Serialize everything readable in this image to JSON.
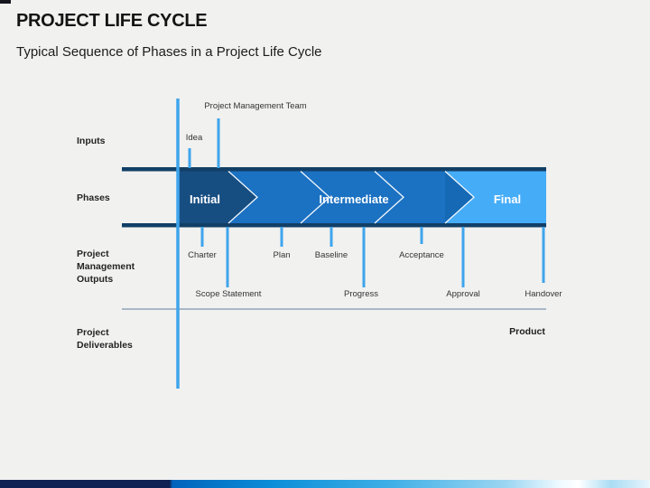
{
  "slide": {
    "title": "PROJECT LIFE CYCLE",
    "subtitle": "Typical Sequence of Phases in a Project Life Cycle"
  },
  "row_labels": {
    "inputs": "Inputs",
    "phases": "Phases",
    "outputs": "Project Management Outputs",
    "deliverables": "Project Deliverables"
  },
  "inputs": {
    "team": "Project Management Team",
    "idea": "Idea"
  },
  "phases": [
    "Initial",
    "Intermediate",
    "Final"
  ],
  "outputs": {
    "top_row": [
      "Charter",
      "Plan",
      "Baseline",
      "Acceptance"
    ],
    "bottom_row": [
      "Scope Statement",
      "Progress",
      "Approval",
      "Handover"
    ]
  },
  "deliverables": {
    "product": "Product"
  },
  "colors": {
    "background": "#f1f1f0",
    "marker_line": "#3fa5ec",
    "band_border": "#123f66",
    "phase_initial_fill": "#174e82",
    "phase_intermediate_fill": "#1b71c2",
    "phase_final_fill": "#45acf8",
    "final_chevron_fill": "#1569b5",
    "chevron_outline": "#f2f8fd",
    "divider_line": "#5f7d9d",
    "bar_navy": "#0e2152",
    "bar_blue": "#0c8ed8"
  }
}
